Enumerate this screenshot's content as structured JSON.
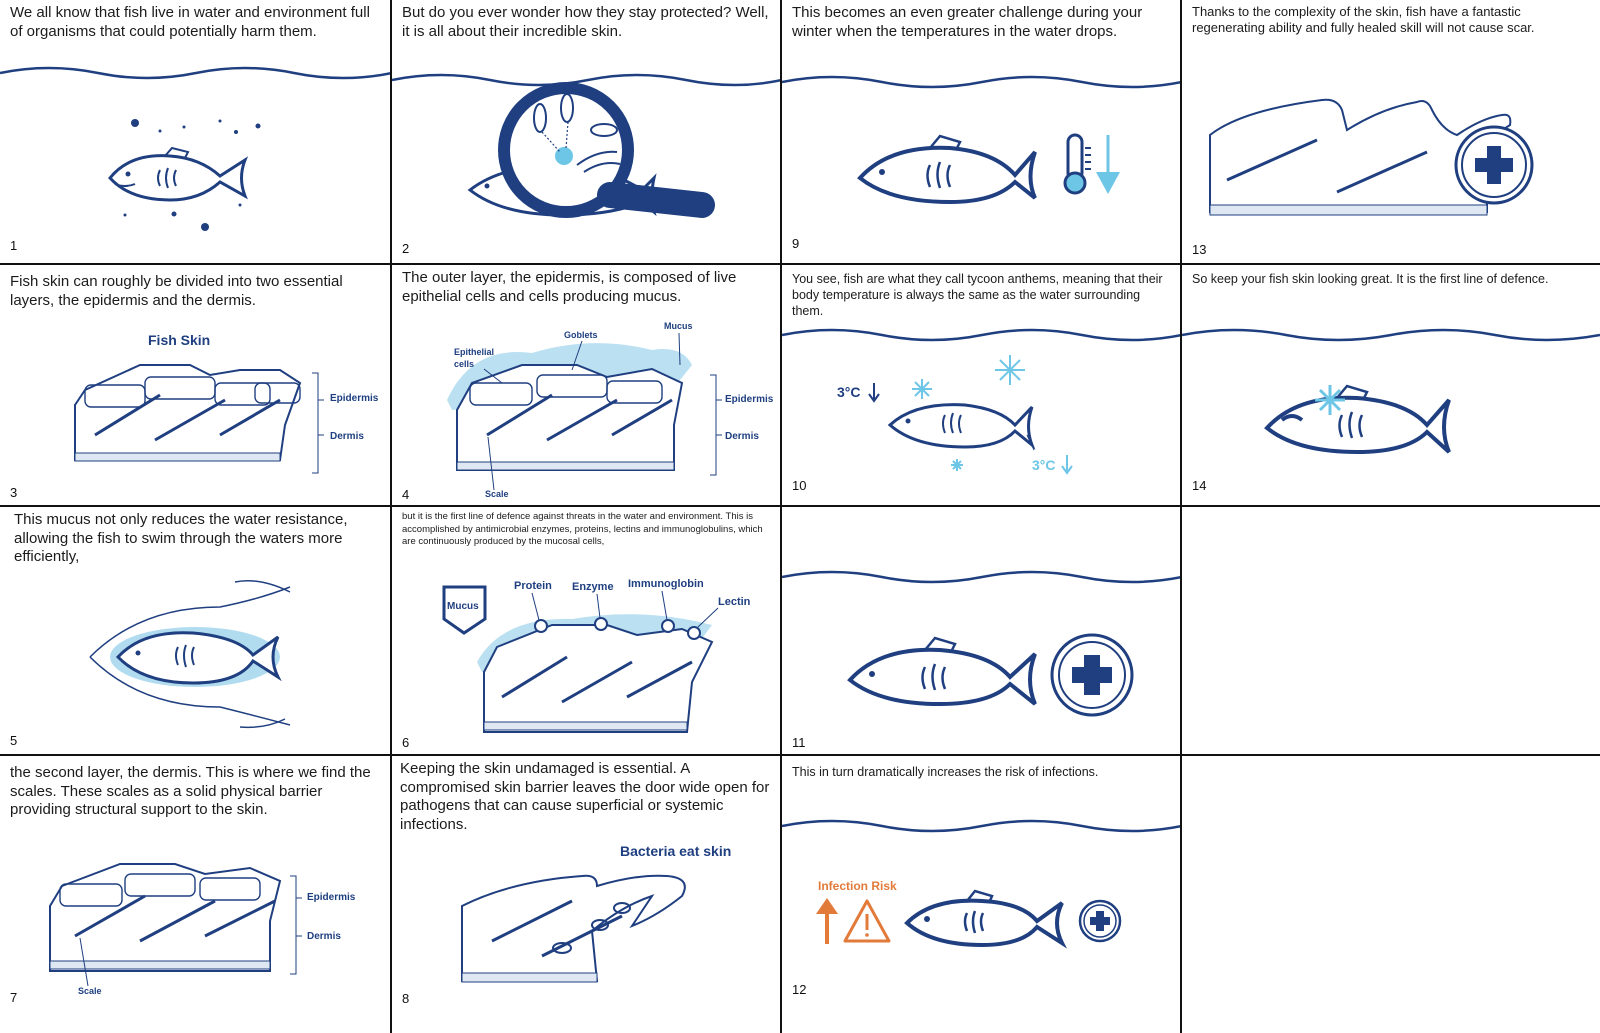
{
  "panels": [
    {
      "num": "1",
      "caption": "We all know that fish live in water and environment full of organisms that could potentially harm them."
    },
    {
      "num": "2",
      "caption": "But do you ever wonder how they stay protected? Well, it is all about their incredible skin."
    },
    {
      "num": "9",
      "caption": "This becomes an even greater challenge during your winter when the temperatures in the water drops."
    },
    {
      "num": "13",
      "caption": "Thanks to the complexity of the skin, fish have a fantastic regenerating ability and fully healed skill will not cause scar."
    },
    {
      "num": "3",
      "caption": "Fish skin can roughly be divided into two essential layers, the epidermis and the dermis."
    },
    {
      "num": "4",
      "caption": "The outer layer, the epidermis, is composed of live epithelial cells and cells producing mucus."
    },
    {
      "num": "10",
      "caption": "You see, fish are what they call tycoon anthems, meaning that their body temperature is always the same as the water surrounding them."
    },
    {
      "num": "14",
      "caption": "So keep your fish skin looking great. It is the first line of defence."
    },
    {
      "num": "5",
      "caption": "This mucus not only reduces the water resistance, allowing the fish to swim through the waters more efficiently,"
    },
    {
      "num": "6",
      "caption": "but it is the first line of defence against threats in the water and environment. This is accomplished by antimicrobial enzymes, proteins, lectins and immunoglobulins, which are continuously produced by the mucosal cells,"
    },
    {
      "num": "11",
      "caption": ""
    },
    {
      "num": "",
      "caption": ""
    },
    {
      "num": "7",
      "caption": "the second layer, the dermis. This is where we find the scales. These scales as a solid physical barrier providing structural support to the skin."
    },
    {
      "num": "8",
      "caption": "Keeping the skin undamaged is essential. A compromised skin barrier leaves the door wide open for pathogens that can cause superficial or systemic infections."
    },
    {
      "num": "12",
      "caption": "This in turn dramatically increases the risk of infections."
    },
    {
      "num": "",
      "caption": ""
    }
  ],
  "labels": {
    "fish_skin": "Fish Skin",
    "epidermis": "Epidermis",
    "dermis": "Dermis",
    "epithelial": "Epithelial",
    "cells": "cells",
    "goblets": "Goblets",
    "mucus": "Mucus",
    "scale": "Scale",
    "temp": "3°C",
    "protein": "Protein",
    "enzyme": "Enzyme",
    "immunoglobin": "Immunoglobin",
    "lectin": "Lectin",
    "bacteria": "Bacteria eat skin",
    "infection_risk": "Infection Risk"
  },
  "colors": {
    "navy": "#1f3f80",
    "light_blue": "#a9d8ee",
    "ice_blue": "#6ec6e6",
    "orange": "#e27a3a",
    "grid": "#111111"
  }
}
